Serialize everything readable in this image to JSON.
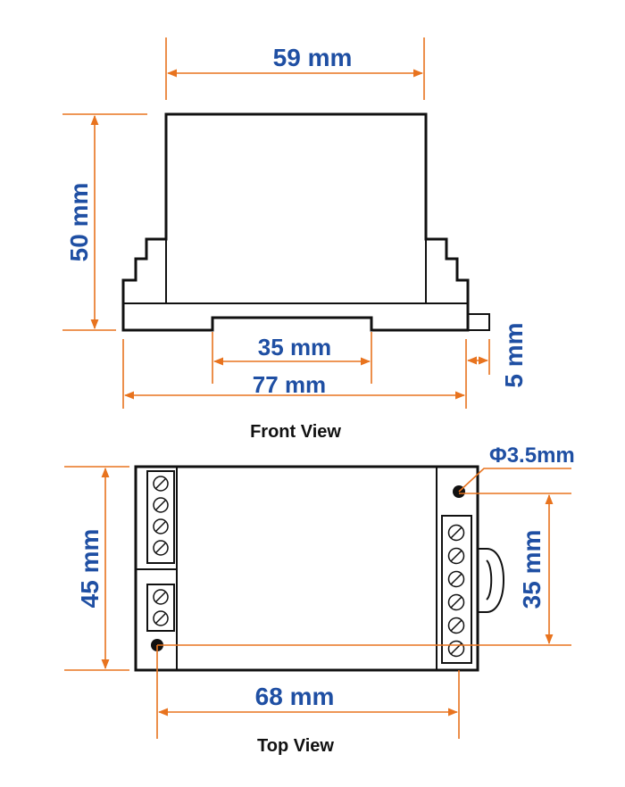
{
  "colors": {
    "dimension_line": "#e8731e",
    "dimension_text": "#1f4fa3",
    "outline": "#111111",
    "background": "#ffffff"
  },
  "front_view": {
    "caption": "Front View",
    "dims": {
      "width_top": "59 mm",
      "height": "50 mm",
      "rail": "35 mm",
      "width_total": "77 mm",
      "clip": "5 mm"
    }
  },
  "top_view": {
    "caption": "Top View",
    "dims": {
      "height": "45 mm",
      "hole_pitch": "68 mm",
      "rail": "35 mm",
      "hole_diameter": "Φ3.5mm"
    },
    "left_block_terminals": 4,
    "left_small_block_terminals": 2,
    "right_block_terminals": 6
  }
}
